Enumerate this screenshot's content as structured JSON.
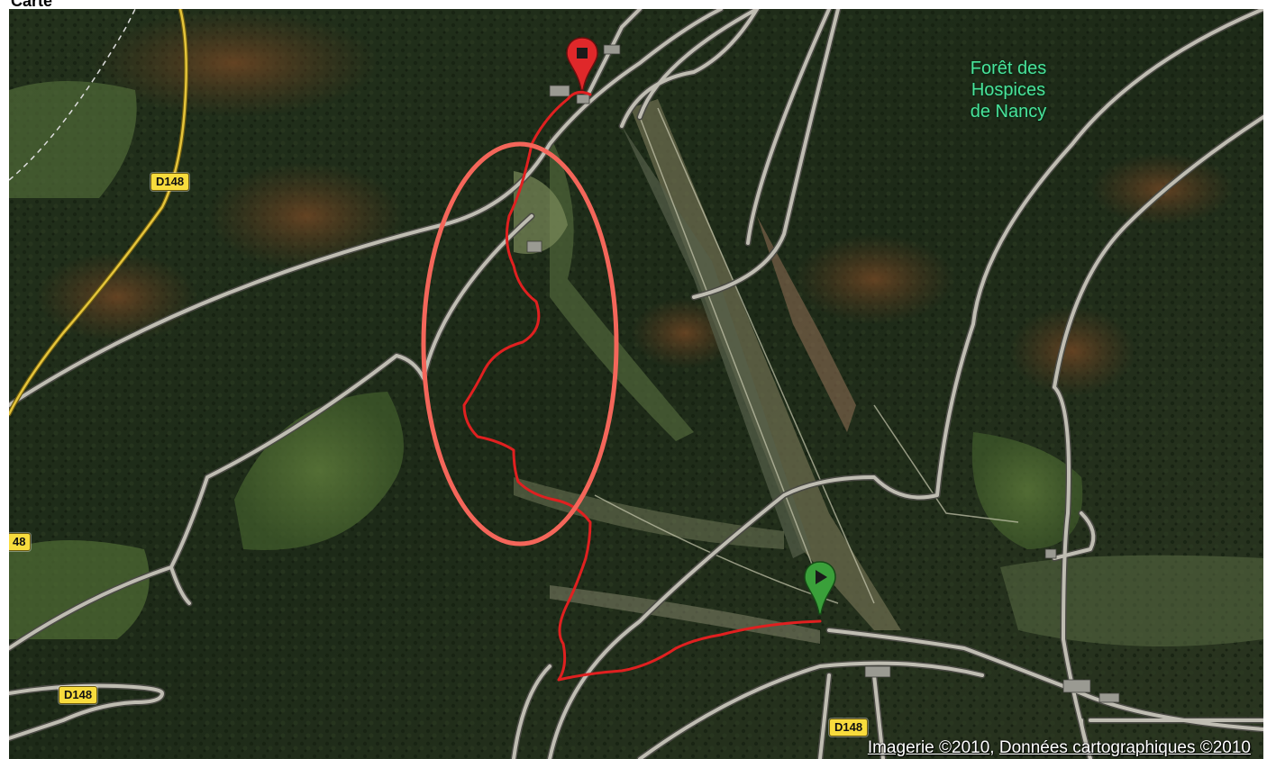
{
  "page": {
    "heading": "Carte"
  },
  "map": {
    "type": "satellite",
    "place_labels": [
      {
        "text": "Forêt des Hospices de Nancy"
      }
    ],
    "road_badges": [
      {
        "text": "D148"
      },
      {
        "text": "48"
      },
      {
        "text": "D148"
      },
      {
        "text": "D148"
      }
    ],
    "markers": {
      "start": {
        "kind": "start",
        "color": "#3aa03a",
        "icon": "play-icon"
      },
      "end": {
        "kind": "end",
        "color": "#e0282a",
        "icon": "stop-icon"
      }
    },
    "track": {
      "color": "#e02020"
    },
    "highlight": {
      "shape": "ellipse",
      "color": "#f4665a"
    },
    "attribution": {
      "imagery": "Imagerie ©2010",
      "separator": ",",
      "map_data": "Données cartographiques ©2010"
    }
  }
}
